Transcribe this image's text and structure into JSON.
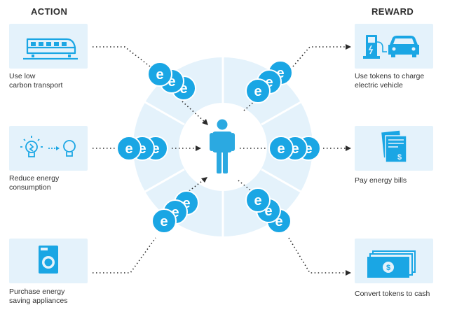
{
  "header": {
    "action": "ACTION",
    "reward": "REWARD"
  },
  "actions": [
    {
      "line1": "Use low",
      "line2": "carbon transport",
      "icon": "train-icon"
    },
    {
      "line1": "Reduce energy",
      "line2": "consumption",
      "icon": "bulb-icon"
    },
    {
      "line1": "Purchase energy",
      "line2": "saving appliances",
      "icon": "washing-machine-icon"
    }
  ],
  "rewards": [
    {
      "line1": "Use tokens to charge",
      "line2": "electric vehicle",
      "icon": "ev-charging-icon"
    },
    {
      "line1": "Pay energy bills",
      "line2": "",
      "icon": "bill-icon"
    },
    {
      "line1": "Convert tokens to cash",
      "line2": "",
      "icon": "cash-icon"
    }
  ],
  "colors": {
    "token": "#1aa6e4",
    "ring": "#e4f2fb",
    "tile": "#e4f2fb",
    "icon": "#1aa6e4",
    "person": "#2ba9e1"
  },
  "token_glyph": "e"
}
